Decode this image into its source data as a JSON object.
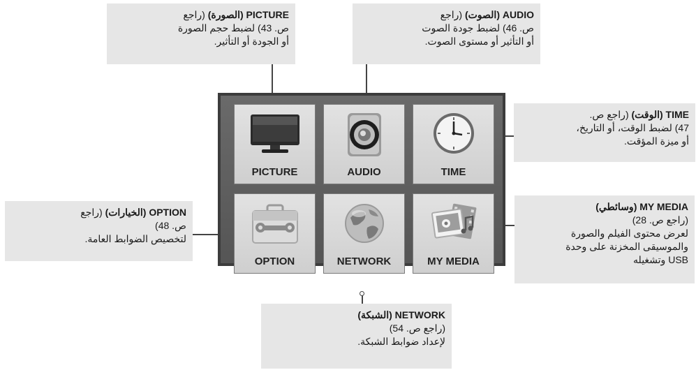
{
  "callouts": {
    "picture": {
      "title": "PICTURE (الصورة)",
      "rest": " (راجع",
      "line2": "ص. 43) لضبط حجم الصورة",
      "line3": "أو الجودة أو التأثير."
    },
    "audio": {
      "title": "AUDIO (الصوت)",
      "rest": " (راجع",
      "line2": "ص. 46) لضبط جودة الصوت",
      "line3": "أو التأثير أو مستوى الصوت."
    },
    "time": {
      "title": "TIME (الوقت)",
      "rest": " (راجع ص.",
      "line2": "47) لضبط الوقت، أو التاريخ،",
      "line3": "أو ميزة المؤقت."
    },
    "option": {
      "title": "OPTION (الخيارات)",
      "rest": " (راجع",
      "line2": "ص. 48)",
      "line3": "لتخصيص الضوابط العامة."
    },
    "mymedia": {
      "title": "MY MEDIA (وسائطي)",
      "line2": "(راجع ص. 28)",
      "line3": "لعرض محتوى الفيلم والصورة",
      "line4": "والموسيقى المخزنة على وحدة",
      "line5": "USB وتشغيله"
    },
    "network": {
      "title": "NETWORK (الشبكة)",
      "line2": "(راجع ص. 54)",
      "line3": "لإعداد ضوابط الشبكة."
    }
  },
  "menu": {
    "tiles": [
      {
        "label": "PICTURE",
        "icon": "tv-icon"
      },
      {
        "label": "AUDIO",
        "icon": "speaker-icon"
      },
      {
        "label": "TIME",
        "icon": "clock-icon"
      },
      {
        "label": "OPTION",
        "icon": "toolbox-icon"
      },
      {
        "label": "NETWORK",
        "icon": "globe-icon"
      },
      {
        "label": "MY MEDIA",
        "icon": "media-icon"
      }
    ]
  }
}
